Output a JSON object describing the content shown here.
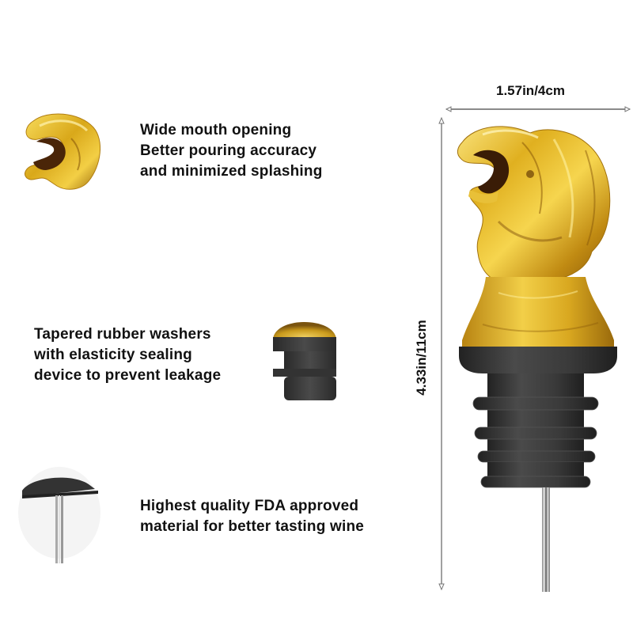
{
  "features": [
    {
      "id": "mouth",
      "icon": "lion-mouth-closeup",
      "lines": [
        "Wide mouth opening",
        "Better pouring accuracy",
        "and minimized splashing"
      ]
    },
    {
      "id": "washers",
      "icon": "rubber-washer-closeup",
      "lines": [
        "Tapered rubber washers",
        "with elasticity sealing",
        "device to prevent leakage"
      ]
    },
    {
      "id": "material",
      "icon": "spout-cap-closeup",
      "lines": [
        "Highest quality FDA approved",
        "material for better tasting wine"
      ]
    }
  ],
  "dimensions": {
    "width_label": "1.57in/4cm",
    "height_label": "4.33in/11cm"
  },
  "colors": {
    "gold": "#d4a418",
    "gold_light": "#f5d24a",
    "gold_dark": "#8a5a0a",
    "rubber": "#3a3a3a",
    "rubber_dark": "#262626",
    "steel": "#b8b8b8",
    "dim_line": "#555555"
  }
}
